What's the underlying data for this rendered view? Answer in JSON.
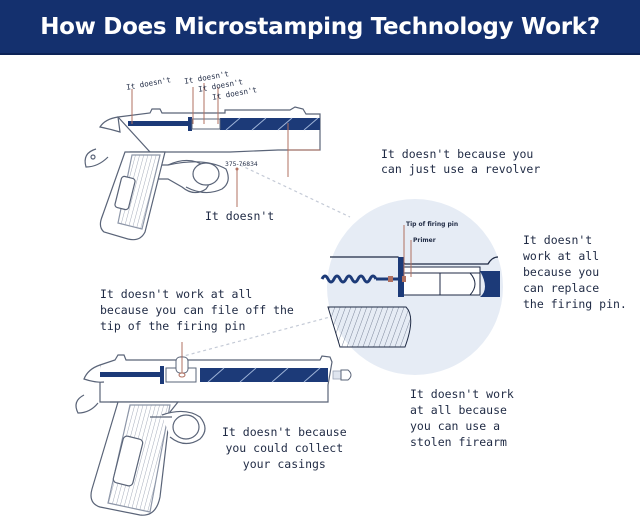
{
  "header": {
    "title": "How Does Microstamping Technology Work?"
  },
  "colors": {
    "header_bg": "#14306e",
    "barrel_navy": "#1c3a78",
    "circle_bg": "#e6ecf5",
    "outline": "#5a6478",
    "leader": "#b07060"
  },
  "top_gun": {
    "part_labels": [
      "It doesn't",
      "It doesn't",
      "It doesn't",
      "It doesn't"
    ],
    "serial_number": "375-76834",
    "trigger_label": "It doesn't"
  },
  "zoom_circle": {
    "tip_label": "Tip of firing pin",
    "primer_label": "Primer"
  },
  "annotations": {
    "revolver": "It doesn't because you\ncan just use a revolver",
    "replace_pin": "It doesn't\nwork at all\nbecause you\ncan replace\nthe firing pin.",
    "file_off": "It doesn't work at all\nbecause you can file off the\ntip of the firing pin",
    "collect_casings": "It doesn't because\nyou could collect\nyour casings",
    "stolen_firearm": "It doesn't work\nat all because\nyou can use a\nstolen firearm"
  }
}
